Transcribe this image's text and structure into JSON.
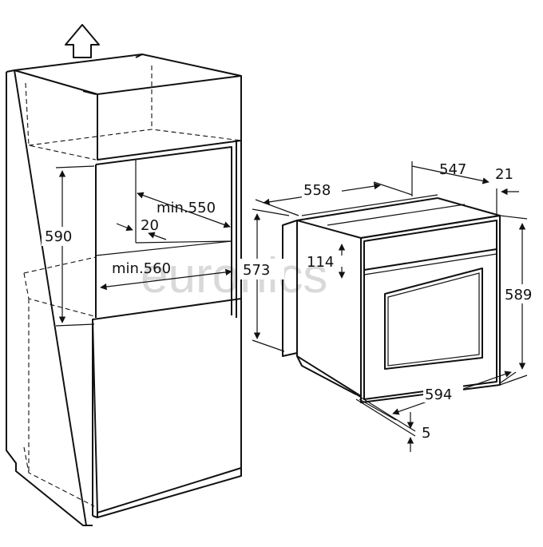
{
  "watermark": "euronics",
  "niche": {
    "height": "590",
    "width_min": "min.560",
    "depth_min": "min.550",
    "gap": "20"
  },
  "oven": {
    "depth_total": "558",
    "depth_body": "547",
    "front_panel": "21",
    "height_body": "573",
    "control_panel_height": "114",
    "height_total": "589",
    "width": "594",
    "bottom_offset": "5"
  }
}
